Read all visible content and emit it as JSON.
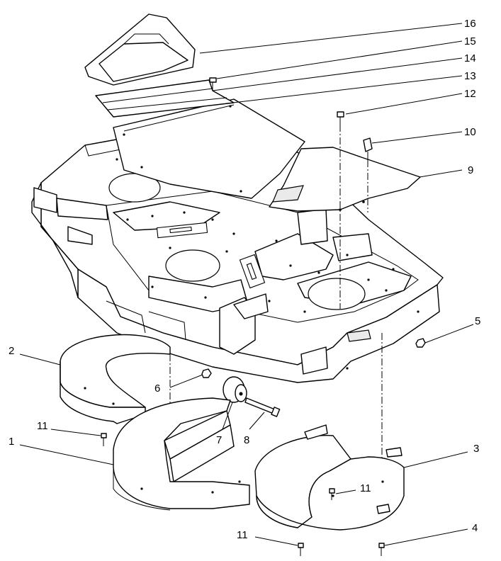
{
  "callouts": [
    {
      "id": "1",
      "text": "1"
    },
    {
      "id": "2",
      "text": "2"
    },
    {
      "id": "3",
      "text": "3"
    },
    {
      "id": "4",
      "text": "4"
    },
    {
      "id": "5",
      "text": "5"
    },
    {
      "id": "6",
      "text": "6"
    },
    {
      "id": "7",
      "text": "7"
    },
    {
      "id": "8",
      "text": "8"
    },
    {
      "id": "9",
      "text": "9"
    },
    {
      "id": "10",
      "text": "10"
    },
    {
      "id": "11a",
      "text": "11"
    },
    {
      "id": "11b",
      "text": "11"
    },
    {
      "id": "11c",
      "text": "11"
    },
    {
      "id": "12",
      "text": "12"
    },
    {
      "id": "13",
      "text": "13"
    },
    {
      "id": "14",
      "text": "14"
    },
    {
      "id": "15",
      "text": "15"
    },
    {
      "id": "16",
      "text": "16"
    }
  ]
}
